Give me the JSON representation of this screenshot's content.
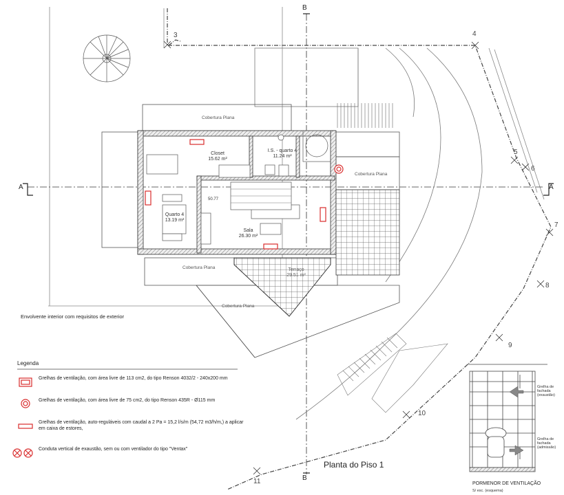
{
  "drawing": {
    "title": "Planta do Piso 1",
    "note": "Envolvente interior com requisitos de exterior",
    "accent_red": "#d92b2b",
    "line_color": "#555555"
  },
  "grid": {
    "section_b_top": "B",
    "section_b_bottom": "B",
    "section_a_left": "A",
    "section_a_right": "A"
  },
  "points": [
    "3",
    "4",
    "5",
    "6",
    "7",
    "8",
    "9",
    "10",
    "11"
  ],
  "rooms": {
    "closet": {
      "name": "Closet",
      "area": "15.62 m²"
    },
    "is_quarto4": {
      "name": "I.S. - quarto 4",
      "area": "11.24 m²"
    },
    "quarto4": {
      "name": "Quarto 4",
      "area": "13.19 m²"
    },
    "sala": {
      "name": "Sala",
      "area": "26.30 m²"
    },
    "terraco": {
      "name": "Terraço",
      "area": "29.51 m²"
    },
    "level": "50.77"
  },
  "roofs": {
    "top": "Cobertura Plana",
    "right": "Cobertura Plana",
    "bottom": "Cobertura Plana",
    "lower": "Cobertura Plana"
  },
  "legend": {
    "title": "Legenda",
    "items": [
      {
        "icon": "large-grille-icon",
        "text": "Grelhas de ventilação, com área livre de 113 cm2, do tipo Renson 4032/2 - 240x200 mm"
      },
      {
        "icon": "round-grille-icon",
        "text": "Grelhas de ventilação, com área livre de 75 cm2, do tipo Renson 435R - Ø115 mm"
      },
      {
        "icon": "slot-grille-icon",
        "text": "Grelhas de ventilação, auto-reguláveis com caudal a 2 Pa = 15,2 l/s/m (54,72 m3/h/m,) a aplicar em caixa de estores,"
      },
      {
        "icon": "exhaust-duct-icon",
        "text": "Conduta vertical de exaustão, sem ou com ventilador do tipo \"Ventax\""
      }
    ]
  },
  "detail": {
    "title": "PORMENOR DE VENTILAÇÃO",
    "scale": "S/ esc. (esquema)",
    "grelha_exaustao": "Grelha de fachada (exaustão)",
    "grelha_admissao": "Grelha de fachada (admissão)"
  }
}
